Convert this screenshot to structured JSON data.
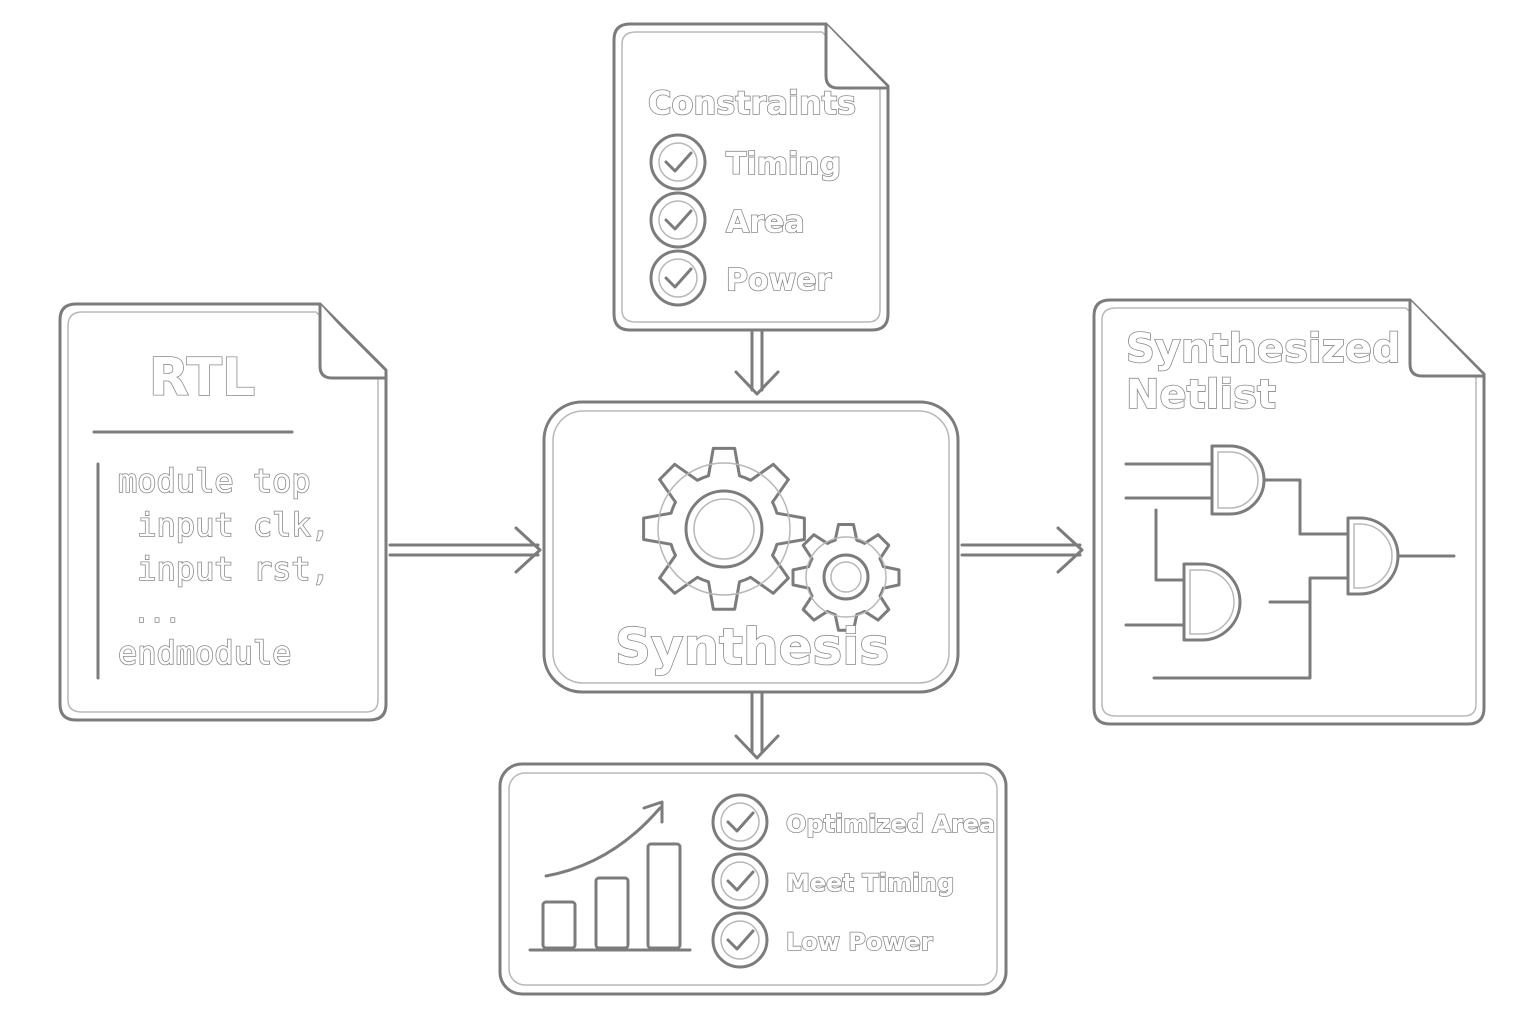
{
  "rtl": {
    "title": "RTL",
    "code_lines": [
      "module top",
      " input clk,",
      " input rst,",
      " ...",
      "endmodule"
    ]
  },
  "constraints": {
    "title": "Constraints",
    "items": [
      "Timing",
      "Area",
      "Power"
    ]
  },
  "synthesis": {
    "title": "Synthesis"
  },
  "netlist": {
    "title_line1": "Synthesized",
    "title_line2": "Netlist"
  },
  "results": {
    "items": [
      "Optimized Area",
      "Meet Timing",
      "Low Power"
    ]
  },
  "icons": {
    "gear": "gear-icon",
    "check": "check-circle-icon",
    "chart": "bar-chart-trend-icon",
    "gate": "and-gate-icon",
    "arrow": "arrow-icon"
  }
}
